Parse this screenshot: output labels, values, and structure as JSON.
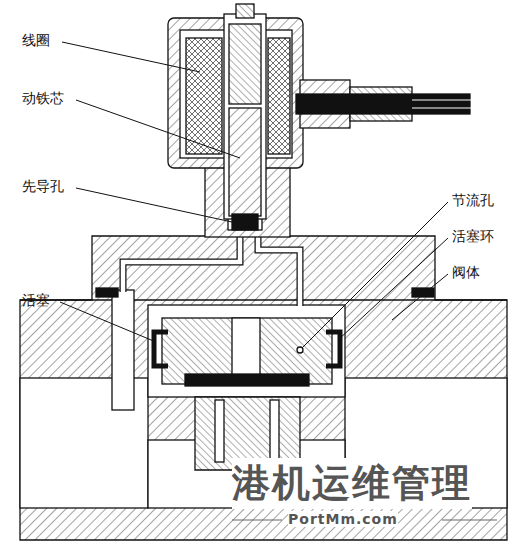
{
  "diagram": {
    "labels": [
      "线圈",
      "动铁芯",
      "先导孔",
      "节流孔",
      "活塞环",
      "阀体",
      "活塞",
      "港机运维管理",
      "PortMm.com"
    ]
  }
}
